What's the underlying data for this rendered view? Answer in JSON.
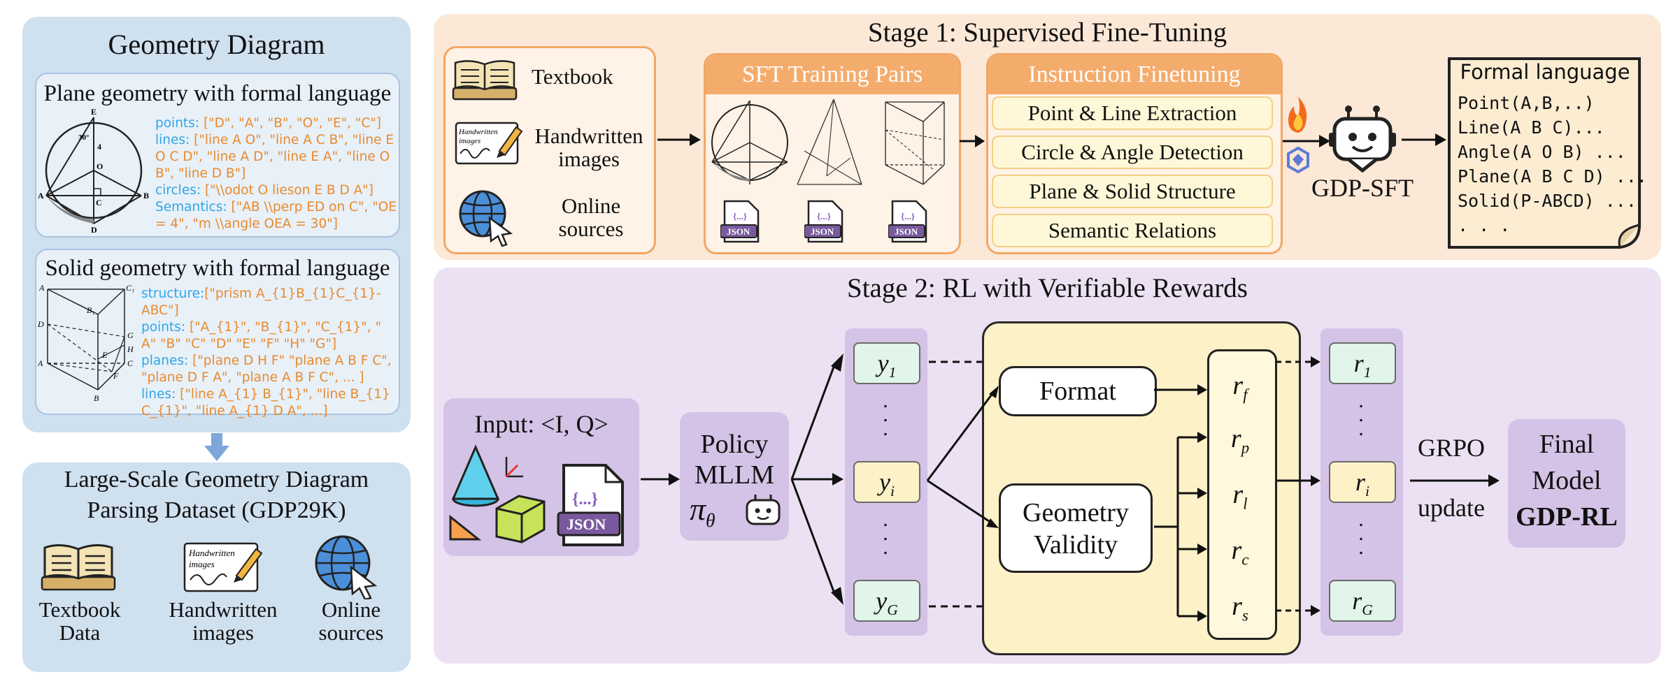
{
  "left": {
    "title": "Geometry Diagram",
    "plane": {
      "title": "Plane geometry with formal language",
      "lines": [
        {
          "key": "points:",
          "val": " [\"D\", \"A\", \"B\", \"O\", \"E\", \"C\"]"
        },
        {
          "key": "lines:",
          "val": " [\"line A O\", \"line A C B\", \"line E"
        },
        {
          "key": "",
          "val": "O C D\", \"line A D\", \"line E A\", \"line O"
        },
        {
          "key": "",
          "val": "B\", \"line D B\"]"
        },
        {
          "key": "circles:",
          "val": " [\"\\\\odot O lieson E B D A\"]"
        },
        {
          "key": "Semantics:",
          "val": " [\"AB \\\\perp ED on C\", \"OE"
        },
        {
          "key": "",
          "val": "= 4\", \"m \\\\angle OEA = 30\"]"
        }
      ],
      "fig_labels": [
        "E",
        "4",
        "30°",
        "O",
        "A",
        "C",
        "B",
        "D"
      ]
    },
    "solid": {
      "title": "Solid geometry with formal language",
      "lines": [
        {
          "key": "structure:",
          "val": "[\"prism A_{1}B_{1}C_{1}-ABC\"]"
        },
        {
          "key": "points:",
          "val": " [\"A_{1}\", \"B_{1}\", \"C_{1}\", \""
        },
        {
          "key": "",
          "val": "A\" \"B\" \"C\" \"D\" \"E\" \"F\" \"H\" \"G\"]"
        },
        {
          "key": "planes:",
          "val": " [\"plane D H F\" \"plane A B F C\","
        },
        {
          "key": "",
          "val": "\"plane D F A\", \"plane A B F C\", ... ]"
        },
        {
          "key": "lines:",
          "val": "  [\"line A_{1} B_{1}\", \"line B_{1}"
        },
        {
          "key": "",
          "val": "C_{1}\", \"line A_{1} D A\", ...]"
        }
      ],
      "fig_labels": [
        "A",
        "C₁",
        "B₁",
        "D",
        "G",
        "H",
        "E",
        "A",
        "C",
        "F",
        "B"
      ]
    },
    "dataset_title_1": "Large-Scale Geometry Diagram",
    "dataset_title_2": "Parsing Dataset (GDP29K)",
    "sources": [
      {
        "l1": "Textbook",
        "l2": "Data",
        "icon": "book-icon"
      },
      {
        "l1": "Handwritten",
        "l2": "images",
        "icon": "handwritten-icon"
      },
      {
        "l1": "Online",
        "l2": "sources",
        "icon": "globe-icon"
      }
    ],
    "handwritten_icon_text_1": "Handwritten",
    "handwritten_icon_text_2": "images"
  },
  "stage1": {
    "title": "Stage 1: Supervised Fine-Tuning",
    "sources": [
      {
        "l1": "Textbook",
        "l2": ""
      },
      {
        "l1": "Handwritten",
        "l2": "images"
      },
      {
        "l1": "Online",
        "l2": "sources"
      }
    ],
    "sft_title": "SFT Training Pairs",
    "json_label": "JSON",
    "json_braces": "{...}",
    "instr_title": "Instruction Finetuning",
    "instr_items": [
      "Point & Line Extraction",
      "Circle & Angle Detection",
      "Plane & Solid Structure",
      "Semantic Relations"
    ],
    "model_name": "GDP-SFT",
    "formal_title": "Formal language",
    "formal_lines": [
      "Point(A,B,..)",
      "Line(A B C)...",
      "Angle(A O B) ...",
      "Plane(A B C D) ...",
      "Solid(P-ABCD) ...",
      ". . ."
    ]
  },
  "stage2": {
    "title": "Stage 2: RL with Verifiable Rewards",
    "input_label": "Input: <I, Q>",
    "json_label": "JSON",
    "json_braces": "{...}",
    "policy_1": "Policy",
    "policy_2": "MLLM",
    "policy_sym": "πθ",
    "outputs": [
      "y1",
      "yi",
      "yG"
    ],
    "format_label": "Format",
    "validity_1": "Geometry",
    "validity_2": "Validity",
    "reward_symbols": [
      "rf",
      "rp",
      "rl",
      "rc",
      "rs"
    ],
    "rewards": [
      "r1",
      "ri",
      "rG"
    ],
    "grpo_1": "GRPO",
    "grpo_2": "update",
    "final_1": "Final",
    "final_2": "Model",
    "final_3": "GDP-RL"
  },
  "colors": {
    "left_panel": "#cfe0ef",
    "stage1_bg": "#fce8d6",
    "stage2_bg": "#ece1f3",
    "orange_accent": "#f4ac6d",
    "purple_accent": "#d4c3e6",
    "code_key_blue": "#2fa6e6",
    "code_val_orange": "#e98a2c"
  }
}
